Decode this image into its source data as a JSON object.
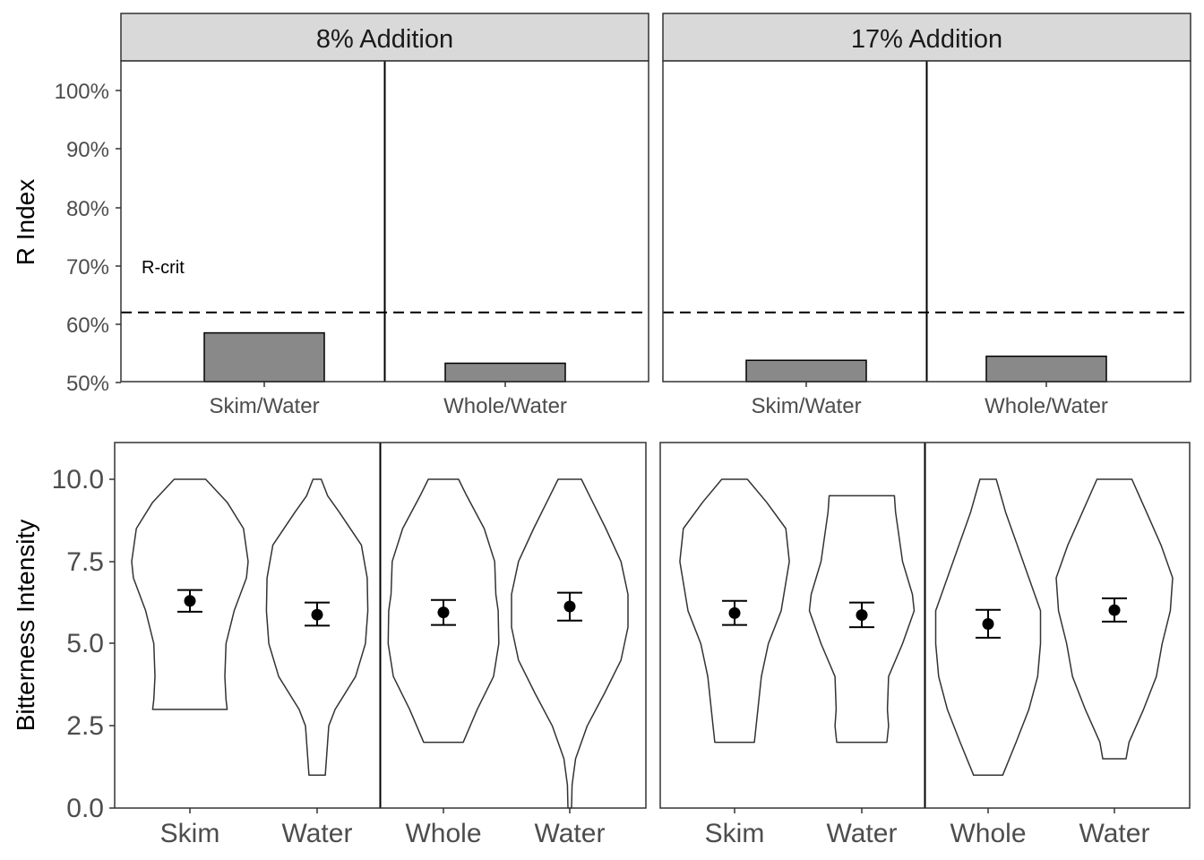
{
  "chart_data": [
    {
      "type": "bar",
      "ylabel": "R Index",
      "xlabel": "",
      "ylim": [
        50,
        105
      ],
      "yticks": [
        "50%",
        "60%",
        "70%",
        "80%",
        "90%",
        "100%"
      ],
      "ytick_values": [
        50,
        60,
        70,
        80,
        90,
        100
      ],
      "reference_line": {
        "label": "R-crit",
        "value": 62,
        "style": "dashed"
      },
      "bar_color": "#898989",
      "facets": [
        {
          "strip": "8% Addition",
          "categories": [
            "Skim/Water",
            "Whole/Water"
          ],
          "values": [
            58.5,
            53.3
          ]
        },
        {
          "strip": "17% Addition",
          "categories": [
            "Skim/Water",
            "Whole/Water"
          ],
          "values": [
            53.8,
            54.5
          ]
        }
      ]
    },
    {
      "type": "violin",
      "ylabel": "Bitterness Intensity",
      "xlabel": "",
      "ylim": [
        0,
        11.1
      ],
      "yticks": [
        "0.0",
        "2.5",
        "5.0",
        "7.5",
        "10.0"
      ],
      "ytick_values": [
        0,
        2.5,
        5,
        7.5,
        10
      ],
      "facets": [
        {
          "groups": [
            {
              "categories": [
                "Skim",
                "Water"
              ],
              "violins": [
                {
                  "mean": 6.3,
                  "lower": 5.97,
                  "upper": 6.63,
                  "profile": [
                    [
                      3,
                      0.64
                    ],
                    [
                      3.3,
                      0.62
                    ],
                    [
                      4,
                      0.6
                    ],
                    [
                      5,
                      0.62
                    ],
                    [
                      6,
                      0.76
                    ],
                    [
                      7,
                      0.97
                    ],
                    [
                      7.5,
                      1.0
                    ],
                    [
                      8.5,
                      0.92
                    ],
                    [
                      9.3,
                      0.64
                    ],
                    [
                      10,
                      0.27
                    ]
                  ]
                },
                {
                  "mean": 5.88,
                  "lower": 5.55,
                  "upper": 6.25,
                  "profile": [
                    [
                      1,
                      0.14
                    ],
                    [
                      1.5,
                      0.16
                    ],
                    [
                      2.5,
                      0.2
                    ],
                    [
                      3,
                      0.31
                    ],
                    [
                      4,
                      0.66
                    ],
                    [
                      5,
                      0.83
                    ],
                    [
                      6,
                      0.87
                    ],
                    [
                      7,
                      0.86
                    ],
                    [
                      8,
                      0.76
                    ],
                    [
                      9,
                      0.38
                    ],
                    [
                      9.5,
                      0.18
                    ],
                    [
                      10,
                      0.07
                    ]
                  ]
                }
              ]
            },
            {
              "categories": [
                "Whole",
                "Water"
              ],
              "violins": [
                {
                  "mean": 5.95,
                  "lower": 5.57,
                  "upper": 6.33,
                  "profile": [
                    [
                      2,
                      0.34
                    ],
                    [
                      3,
                      0.58
                    ],
                    [
                      4,
                      0.86
                    ],
                    [
                      5,
                      0.95
                    ],
                    [
                      6,
                      0.94
                    ],
                    [
                      6.5,
                      0.9
                    ],
                    [
                      7.5,
                      0.88
                    ],
                    [
                      8.5,
                      0.7
                    ],
                    [
                      9.5,
                      0.4
                    ],
                    [
                      10,
                      0.26
                    ]
                  ]
                },
                {
                  "mean": 6.13,
                  "lower": 5.7,
                  "upper": 6.55,
                  "profile": [
                    [
                      0,
                      0.03
                    ],
                    [
                      0.7,
                      0.04
                    ],
                    [
                      1.5,
                      0.1
                    ],
                    [
                      2.5,
                      0.3
                    ],
                    [
                      3.5,
                      0.6
                    ],
                    [
                      4.5,
                      0.88
                    ],
                    [
                      5.5,
                      1.0
                    ],
                    [
                      6.5,
                      1.0
                    ],
                    [
                      7.5,
                      0.88
                    ],
                    [
                      8.5,
                      0.62
                    ],
                    [
                      9.5,
                      0.34
                    ],
                    [
                      10,
                      0.2
                    ]
                  ]
                }
              ]
            }
          ]
        },
        {
          "groups": [
            {
              "categories": [
                "Skim",
                "Water"
              ],
              "violins": [
                {
                  "mean": 5.93,
                  "lower": 5.57,
                  "upper": 6.3,
                  "profile": [
                    [
                      2,
                      0.34
                    ],
                    [
                      3,
                      0.4
                    ],
                    [
                      4,
                      0.46
                    ],
                    [
                      5,
                      0.58
                    ],
                    [
                      6,
                      0.8
                    ],
                    [
                      7.5,
                      0.94
                    ],
                    [
                      8.5,
                      0.88
                    ],
                    [
                      9.3,
                      0.55
                    ],
                    [
                      10,
                      0.22
                    ]
                  ]
                },
                {
                  "mean": 5.87,
                  "lower": 5.5,
                  "upper": 6.25,
                  "profile": [
                    [
                      2,
                      0.43
                    ],
                    [
                      2.5,
                      0.46
                    ],
                    [
                      3,
                      0.44
                    ],
                    [
                      4,
                      0.46
                    ],
                    [
                      5,
                      0.7
                    ],
                    [
                      6,
                      0.9
                    ],
                    [
                      6.5,
                      0.87
                    ],
                    [
                      7.5,
                      0.7
                    ],
                    [
                      9,
                      0.58
                    ],
                    [
                      9.5,
                      0.56
                    ]
                  ]
                }
              ]
            },
            {
              "categories": [
                "Whole",
                "Water"
              ],
              "violins": [
                {
                  "mean": 5.6,
                  "lower": 5.18,
                  "upper": 6.03,
                  "profile": [
                    [
                      1,
                      0.25
                    ],
                    [
                      2,
                      0.48
                    ],
                    [
                      3,
                      0.7
                    ],
                    [
                      4,
                      0.85
                    ],
                    [
                      5,
                      0.9
                    ],
                    [
                      6,
                      0.9
                    ],
                    [
                      7,
                      0.7
                    ],
                    [
                      8,
                      0.5
                    ],
                    [
                      9,
                      0.3
                    ],
                    [
                      10,
                      0.14
                    ]
                  ]
                },
                {
                  "mean": 6.02,
                  "lower": 5.67,
                  "upper": 6.38,
                  "profile": [
                    [
                      1.5,
                      0.2
                    ],
                    [
                      2,
                      0.25
                    ],
                    [
                      3,
                      0.5
                    ],
                    [
                      4,
                      0.72
                    ],
                    [
                      5,
                      0.82
                    ],
                    [
                      6,
                      0.96
                    ],
                    [
                      7,
                      1.0
                    ],
                    [
                      8,
                      0.8
                    ],
                    [
                      9,
                      0.55
                    ],
                    [
                      10,
                      0.3
                    ]
                  ]
                }
              ]
            }
          ]
        }
      ]
    }
  ]
}
